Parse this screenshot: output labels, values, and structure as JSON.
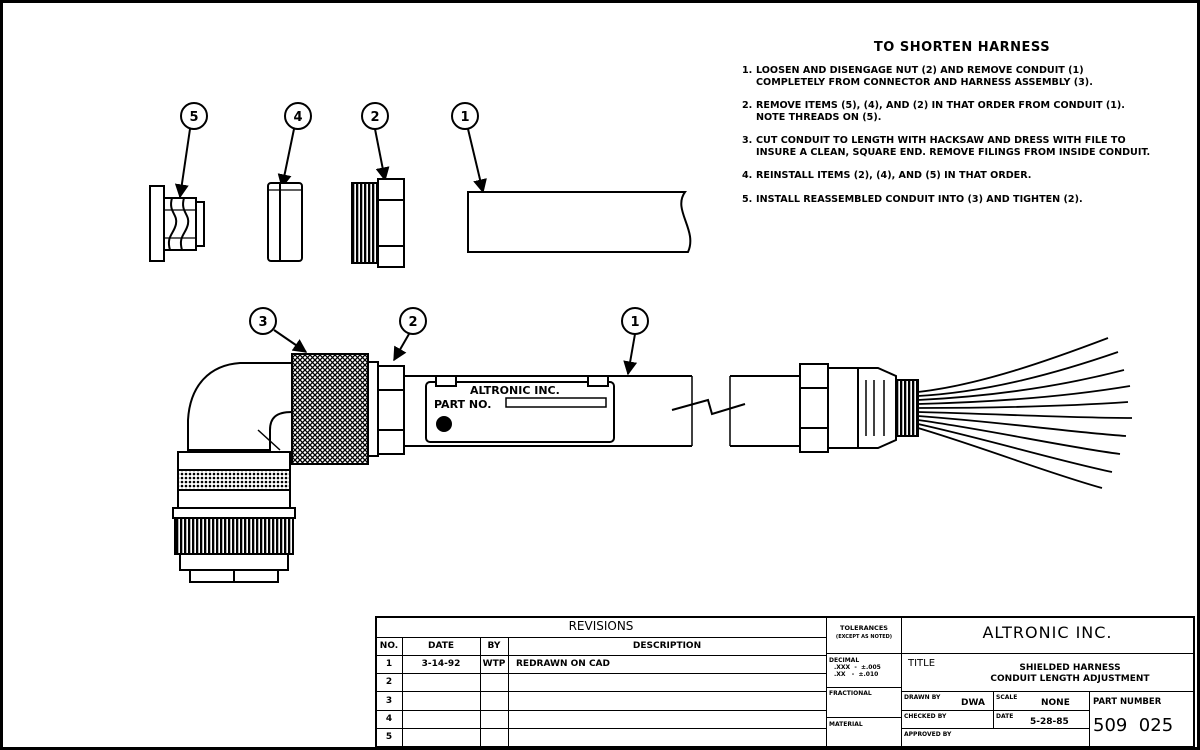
{
  "instructions": {
    "title": "TO SHORTEN HARNESS",
    "steps": [
      {
        "num": "1.",
        "text": "LOOSEN AND DISENGAGE NUT (2) AND REMOVE CONDUIT (1)\nCOMPLETELY FROM CONNECTOR AND HARNESS ASSEMBLY (3)."
      },
      {
        "num": "2.",
        "text": "REMOVE ITEMS (5), (4), AND (2) IN THAT ORDER FROM CONDUIT (1).\nNOTE THREADS ON (5)."
      },
      {
        "num": "3.",
        "text": "CUT CONDUIT TO LENGTH WITH HACKSAW AND DRESS WITH FILE TO\nINSURE A CLEAN, SQUARE END.  REMOVE FILINGS FROM INSIDE CONDUIT."
      },
      {
        "num": "4.",
        "text": "REINSTALL ITEMS (2), (4), AND (5) IN THAT ORDER."
      },
      {
        "num": "5.",
        "text": "INSTALL REASSEMBLED CONDUIT INTO (3) AND TIGHTEN (2)."
      }
    ]
  },
  "callouts": {
    "top_5": "5",
    "top_4": "4",
    "top_2": "2",
    "top_1": "1",
    "bot_3": "3",
    "bot_2": "2",
    "bot_1": "1"
  },
  "tag": {
    "company": "ALTRONIC INC.",
    "part_no_label": "PART NO."
  },
  "revisions": {
    "title": "REVISIONS",
    "headers": {
      "no": "NO.",
      "date": "DATE",
      "by": "BY",
      "description": "DESCRIPTION"
    },
    "rows": [
      {
        "no": "1",
        "date": "3-14-92",
        "by": "WTP",
        "description": "REDRAWN ON CAD"
      },
      {
        "no": "2",
        "date": "",
        "by": "",
        "description": ""
      },
      {
        "no": "3",
        "date": "",
        "by": "",
        "description": ""
      },
      {
        "no": "4",
        "date": "",
        "by": "",
        "description": ""
      },
      {
        "no": "5",
        "date": "",
        "by": "",
        "description": ""
      }
    ]
  },
  "title_block": {
    "tolerances_label": "TOLERANCES",
    "tolerances_sub": "(EXCEPT AS NOTED)",
    "decimal_label": "DECIMAL",
    "decimal_xxx": ".XXX  -  ±.005",
    "decimal_xx": ".XX   -  ±.010",
    "fractional_label": "FRACTIONAL",
    "material_label": "MATERIAL",
    "company": "ALTRONIC INC.",
    "title_label": "TITLE",
    "title_line1": "SHIELDED HARNESS",
    "title_line2": "CONDUIT LENGTH ADJUSTMENT",
    "drawn_by_label": "DRAWN BY",
    "drawn_by": "DWA",
    "scale_label": "SCALE",
    "scale": "NONE",
    "part_number_label": "PART NUMBER",
    "checked_by_label": "CHECKED BY",
    "date_label": "DATE",
    "date": "5-28-85",
    "approved_by_label": "APPROVED BY",
    "part_number": "509  025"
  }
}
